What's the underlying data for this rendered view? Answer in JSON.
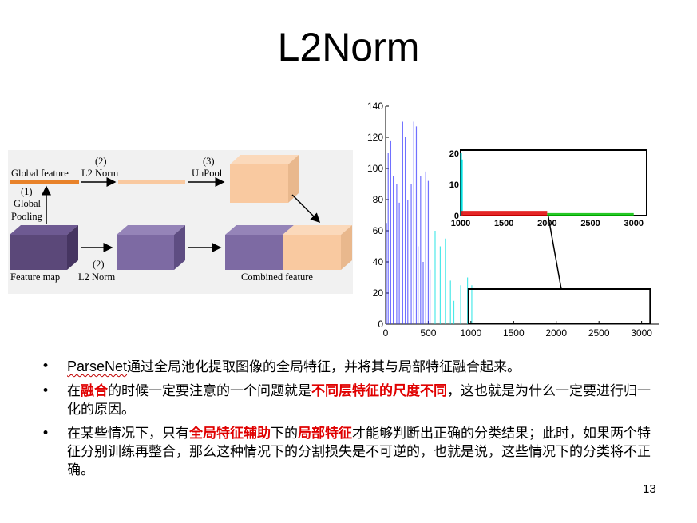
{
  "slide": {
    "title": "L2Norm",
    "page_number": "13"
  },
  "diagram": {
    "labels": {
      "step2_top": "(2)",
      "l2norm_top": "L2 Norm",
      "step3": "(3)",
      "unpool": "UnPool",
      "global_feature": "Global feature",
      "step1": "(1)",
      "global": "Global",
      "pooling": "Pooling",
      "feature_map": "Feature map",
      "step2_bottom": "(2)",
      "l2norm_bottom": "L2 Norm",
      "combined_feature": "Combined feature"
    },
    "colors": {
      "feature_map": "#5b4879",
      "normalized": "#7d6aa3",
      "unpooled": "#f9c9a0",
      "global_bar": "#e8822a"
    }
  },
  "chart_data": [
    {
      "type": "bar",
      "xlim": [
        0,
        3200
      ],
      "ylim": [
        0,
        140
      ],
      "x_ticks": [
        "0",
        "500",
        "1000",
        "1500",
        "2000",
        "2500",
        "3000"
      ],
      "y_ticks": [
        "0",
        "20",
        "40",
        "60",
        "80",
        "100",
        "120",
        "140"
      ],
      "series": [
        {
          "color": "#3333ff",
          "x": [
            10,
            30,
            60,
            90,
            130,
            160,
            200,
            230,
            260,
            300,
            330,
            360,
            380,
            410,
            440,
            470,
            500,
            520
          ],
          "values": [
            65,
            110,
            118,
            95,
            90,
            78,
            130,
            120,
            80,
            90,
            130,
            127,
            50,
            95,
            40,
            98,
            92,
            35
          ]
        },
        {
          "color": "#00e0e0",
          "x": [
            580,
            640,
            700,
            760,
            800,
            880,
            960,
            1010
          ],
          "values": [
            60,
            50,
            55,
            28,
            15,
            25,
            30,
            25
          ]
        },
        {
          "color": "#e00000",
          "x": [
            1000,
            2000
          ],
          "values": [
            1,
            1
          ]
        },
        {
          "color": "#00c000",
          "x": [
            2000,
            3000
          ],
          "values": [
            0.5,
            0.5
          ]
        }
      ]
    },
    {
      "type": "bar",
      "xlim": [
        1000,
        3150
      ],
      "ylim": [
        0,
        20
      ],
      "x_ticks": [
        "1000",
        "1500",
        "2000",
        "2500",
        "3000"
      ],
      "y_ticks": [
        "0",
        "10",
        "20"
      ],
      "series": [
        {
          "color": "#00e0e0",
          "x": [
            1005,
            1015
          ],
          "values": [
            20,
            18
          ]
        },
        {
          "color": "#e00000",
          "x": [
            1000,
            2000
          ],
          "values": [
            0.5,
            1.5
          ]
        },
        {
          "color": "#00c000",
          "x": [
            2000,
            3000
          ],
          "values": [
            0.3,
            0.8
          ]
        }
      ]
    }
  ],
  "bullets": [
    {
      "segments": [
        {
          "text": "ParseNet",
          "style": "parsenet"
        },
        {
          "text": "通过全局池化提取图像的全局特征，并将其与局部特征融合起来。",
          "style": "normal"
        }
      ]
    },
    {
      "segments": [
        {
          "text": "在",
          "style": "normal"
        },
        {
          "text": "融合",
          "style": "hl"
        },
        {
          "text": "的时候一定要注意的一个问题就是",
          "style": "normal"
        },
        {
          "text": "不同层特征的尺度不同",
          "style": "hl"
        },
        {
          "text": "，这也就是为什么一定要进行归一化的原因。",
          "style": "normal"
        }
      ]
    },
    {
      "segments": [
        {
          "text": "在某些情况下，只有",
          "style": "normal"
        },
        {
          "text": "全局特征辅助",
          "style": "hl"
        },
        {
          "text": "下的",
          "style": "normal"
        },
        {
          "text": "局部特征",
          "style": "hl"
        },
        {
          "text": "才能够判断出正确的分类结果；此时，如果两个特征分别训练再整合，那么这种情况下的分割损失是不可逆的，也就是说，这些情况下的分类将不正确。",
          "style": "normal"
        }
      ]
    }
  ],
  "bullet_symbol": "•"
}
